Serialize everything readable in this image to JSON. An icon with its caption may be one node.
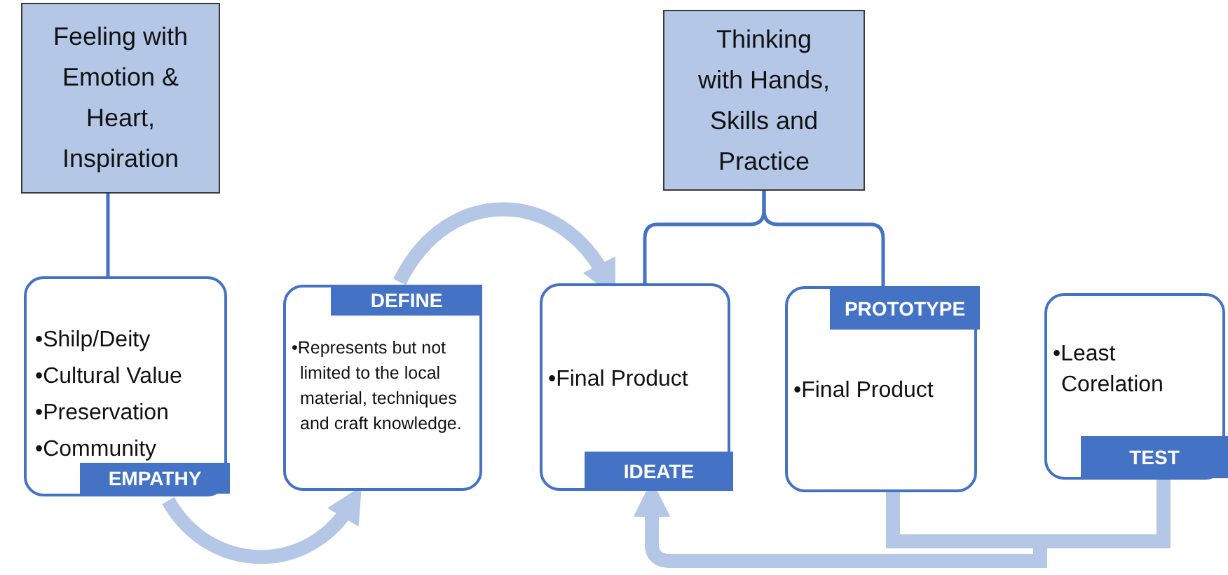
{
  "diagram": {
    "nodes": [
      {
        "text": [
          "Feeling with Emotion & Heart, Inspiration"
        ]
      },
      {
        "text": [
          "•Shilp/Deity",
          "•Cultural Value",
          "•Preservation",
          "•Community",
          "EMPATHY"
        ]
      },
      {
        "text": [
          "DEFINE",
          "•Represents but not limited to the local material, techniques and craft knowledge."
        ]
      },
      {
        "text": [
          "•Final Product",
          "IDEATE"
        ]
      },
      {
        "text": [
          "PROTOTYPE",
          "•Final Product"
        ]
      },
      {
        "text": [
          "•Least Corelation",
          "TEST"
        ]
      },
      {
        "text": [
          "Thinking with Hands, Skills and Practice"
        ]
      }
    ],
    "edges": [
      {
        "from": 0,
        "to": 1,
        "arrow": "none",
        "color": "#4472c4"
      },
      {
        "from": 1,
        "to": 2,
        "arrow": "to"
      },
      {
        "from": 2,
        "to": 3,
        "arrow": "to"
      },
      {
        "from": 6,
        "to": 3,
        "arrow": "none",
        "color": "#4472c4"
      },
      {
        "from": 6,
        "to": 4,
        "arrow": "none",
        "color": "#4472c4"
      },
      {
        "from": 4,
        "to": 3,
        "arrow": "to"
      },
      {
        "from": 5,
        "to": 3,
        "arrow": "to"
      }
    ]
  }
}
